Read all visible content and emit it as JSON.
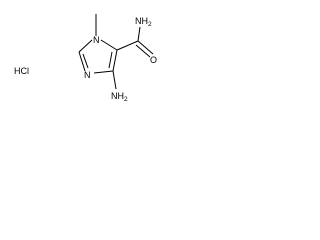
{
  "molecule": {
    "ring_n1_label": "N",
    "ring_n3_label": "N",
    "amide_o_label": "O",
    "amide_n_label": "NH",
    "amide_n_subscript": "2",
    "amine_n_label": "NH",
    "amine_n_subscript": "2",
    "salt_label": "HCl"
  }
}
